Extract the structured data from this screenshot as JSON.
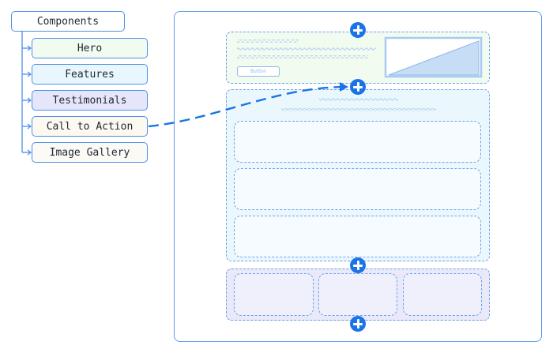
{
  "tree": {
    "root_label": "Components",
    "items": [
      {
        "label": "Hero",
        "color": "#f1fbef"
      },
      {
        "label": "Features",
        "color": "#e9f7fd"
      },
      {
        "label": "Testimonials",
        "color": "#e6e6fb"
      },
      {
        "label": "Call to Action",
        "color": "#fdf8f0"
      },
      {
        "label": "Image Gallery",
        "color": "#fcfaf5"
      }
    ]
  },
  "canvas": {
    "hero": {
      "button_label": "Button",
      "color": "#f1fbef"
    },
    "features": {
      "color": "#eaf8fd"
    },
    "testimonials": {
      "color": "#e9e9f9"
    }
  },
  "colors": {
    "accent": "#1a74e8",
    "outline": "#4f8fe8",
    "placeholder_text": "#b9d6f2"
  }
}
